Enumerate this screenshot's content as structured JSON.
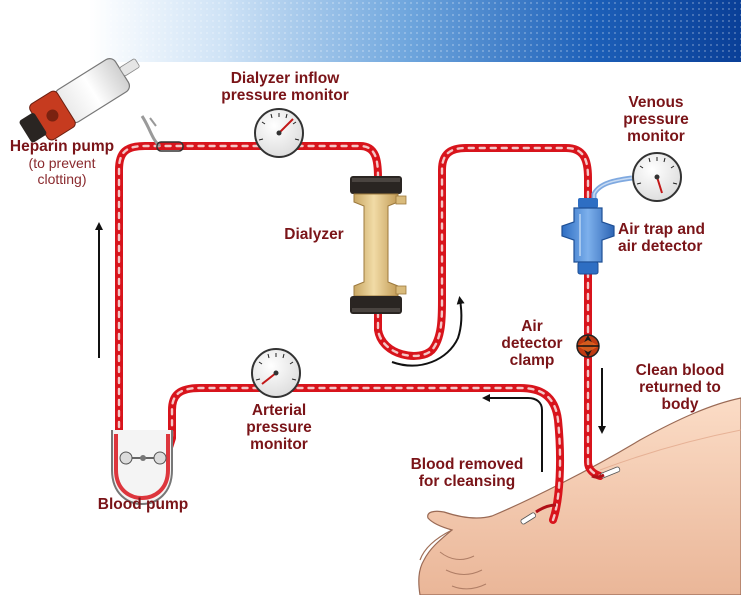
{
  "labels": {
    "heparin_pump": "Heparin pump",
    "heparin_note_1": "(to prevent",
    "heparin_note_2": "clotting)",
    "dialyzer_inflow_1": "Dialyzer inflow",
    "dialyzer_inflow_2": "pressure monitor",
    "dialyzer": "Dialyzer",
    "venous_1": "Venous",
    "venous_2": "pressure",
    "venous_3": "monitor",
    "air_trap_1": "Air trap and",
    "air_trap_2": "air detector",
    "air_clamp_1": "Air",
    "air_clamp_2": "detector",
    "air_clamp_3": "clamp",
    "clean_blood_1": "Clean blood",
    "clean_blood_2": "returned to",
    "clean_blood_3": "body",
    "arterial_1": "Arterial",
    "arterial_2": "pressure",
    "arterial_3": "monitor",
    "blood_removed_1": "Blood removed",
    "blood_removed_2": "for cleansing",
    "blood_pump": "Blood pump"
  },
  "colors": {
    "label_text": "#7a1418",
    "tube_red": "#d8141c",
    "tube_highlight": "#f6c9c9",
    "dialyzer_tan": "#e6cb8c",
    "cap_dark": "#2a2522",
    "air_trap_blue": "#3d7fd0",
    "banner_blue": "#1c5fb8"
  },
  "icons": [
    "gauge-icon",
    "syringe-icon",
    "dialyzer-icon",
    "air-trap-icon",
    "clamp-icon",
    "blood-pump-icon",
    "arm-icon",
    "flow-arrow-icon"
  ]
}
